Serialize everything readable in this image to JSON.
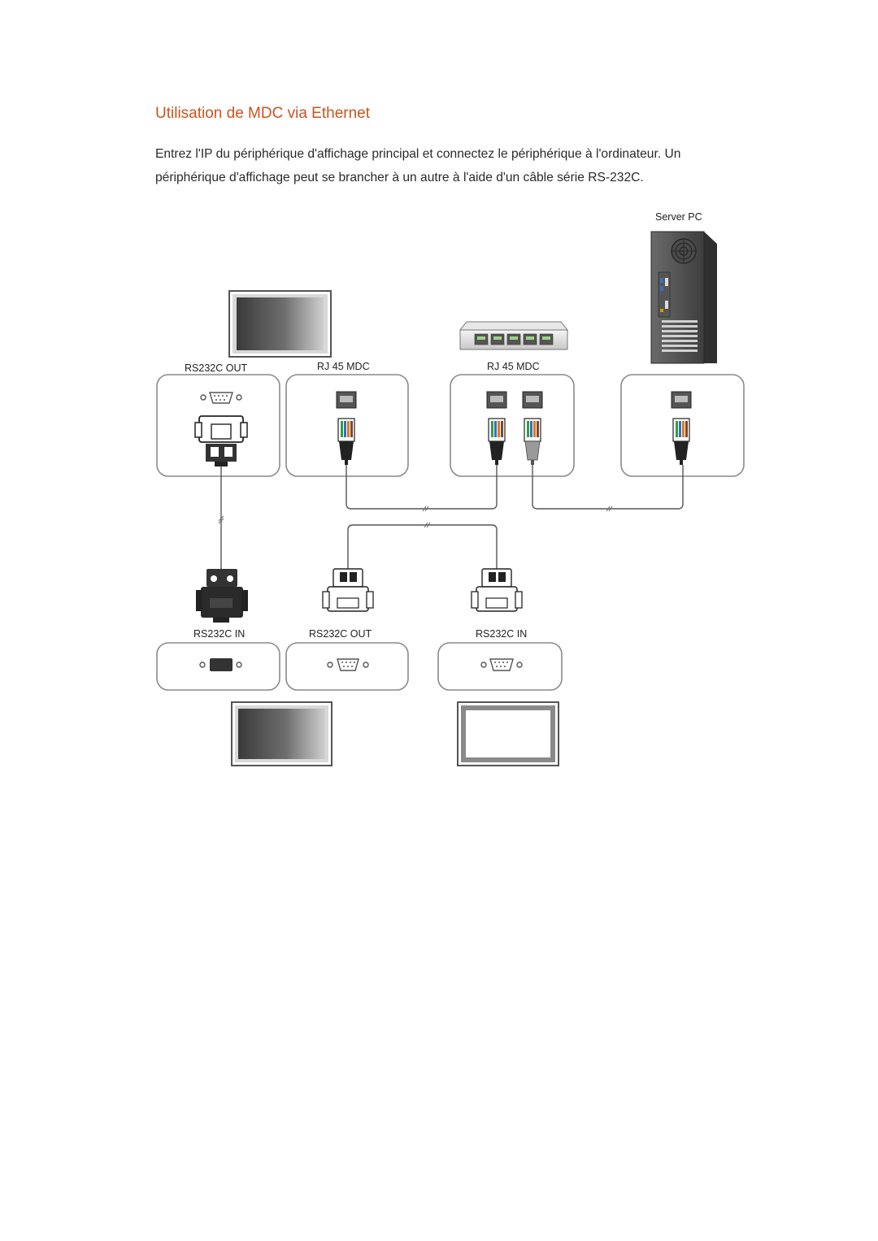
{
  "heading": "Utilisation de MDC via Ethernet",
  "paragraph": [
    "Entrez l'IP du périphérique d'affichage principal et connectez le périphérique à l'ordinateur. Un",
    "périphérique d'affichage peut se brancher à un autre à l'aide d'un câble série RS-232C."
  ],
  "colors": {
    "heading": "#c8541f",
    "text": "#2a2a2a",
    "panel_border": "#8a8a8a",
    "cable": "#555555"
  },
  "diagram": {
    "server_label": "Server PC",
    "port_labels": {
      "display1_rs232_out": "RS232C OUT",
      "display1_rj45": "RJ 45 MDC",
      "hub_rj45": "RJ 45 MDC",
      "display2_rs232_in": "RS232C IN",
      "display2_rs232_out": "RS232C OUT",
      "display3_rs232_in": "RS232C IN"
    }
  }
}
